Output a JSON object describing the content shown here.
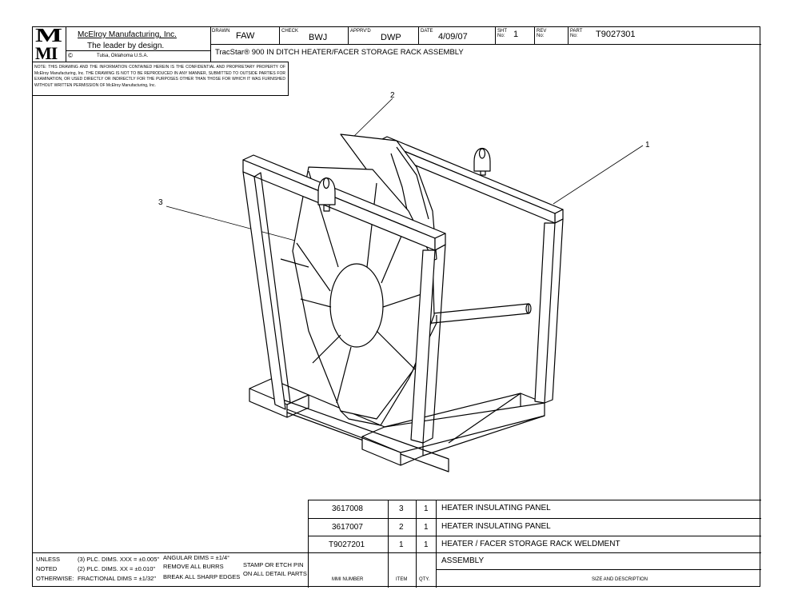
{
  "title_block": {
    "logo_top": "M",
    "logo_bottom": "MI",
    "company": "McElroy Manufacturing, Inc.",
    "tagline": "The leader by design.",
    "location": "Tulsa, Oklahoma U.S.A.",
    "copyright_symbol": "©",
    "drawn_label": "DRAWN",
    "drawn_value": "FAW",
    "check_label": "CHECK",
    "check_value": "BWJ",
    "apprvd_label": "APPRV'D",
    "apprvd_value": "DWP",
    "date_label": "DATE",
    "date_value": "4/09/07",
    "sht_label": "SHT No:",
    "sht_value": "1",
    "rev_label": "REV No:",
    "rev_value": "",
    "part_label": "PART No:",
    "part_value": "T9027301",
    "drawing_title": "TracStar® 900 IN DITCH HEATER/FACER STORAGE RACK ASSEMBLY",
    "notice": "NOTE: THIS DRAWING AND THE INFORMATION CONTAINED HEREIN IS THE CONFIDENTIAL AND PROPRIETARY PROPERTY OF McElroy Manufacturing, Inc. THE DRAWING IS NOT TO BE REPRODUCED IN ANY MANNER, SUBMITTED TO OUTSIDE PARTIES FOR EXAMINATION, OR USED DIRECTLY OR INDIRECTLY FOR THE PURPOSES OTHER THAN THOSE FOR WHICH IT WAS FURNISHED WITHOUT WRITTEN PERMISSION OF McElroy Manufacturing, Inc."
  },
  "balloons": [
    "1",
    "2",
    "3"
  ],
  "bom": {
    "rows": [
      {
        "number": "3617008",
        "item": "3",
        "qty": "1",
        "description": "HEATER INSULATING PANEL"
      },
      {
        "number": "3617007",
        "item": "2",
        "qty": "1",
        "description": "HEATER INSULATING PANEL"
      },
      {
        "number": "T9027201",
        "item": "1",
        "qty": "1",
        "description": "HEATER / FACER STORAGE RACK WELDMENT"
      }
    ],
    "assembly_label": "ASSEMBLY",
    "header_number": "MMI NUMBER",
    "header_item": "ITEM",
    "header_qty": "QTY.",
    "header_desc": "SIZE AND DESCRIPTION"
  },
  "footer": {
    "unless": "UNLESS",
    "noted": "NOTED",
    "otherwise": "OTHERWISE:",
    "tol1": "(3) PLC. DIMS. XXX = ±0.005\"",
    "tol2": "(2) PLC. DIMS. XX = ±0.010\"",
    "tol3": "FRACTIONAL DIMS = ±1/32\"",
    "ang1": "ANGULAR DIMS = ±1/4°",
    "ang2": "REMOVE ALL BURRS",
    "ang3": "BREAK ALL SHARP EDGES",
    "stamp1": "STAMP OR ETCH PIN",
    "stamp2": "ON ALL DETAIL PARTS"
  }
}
